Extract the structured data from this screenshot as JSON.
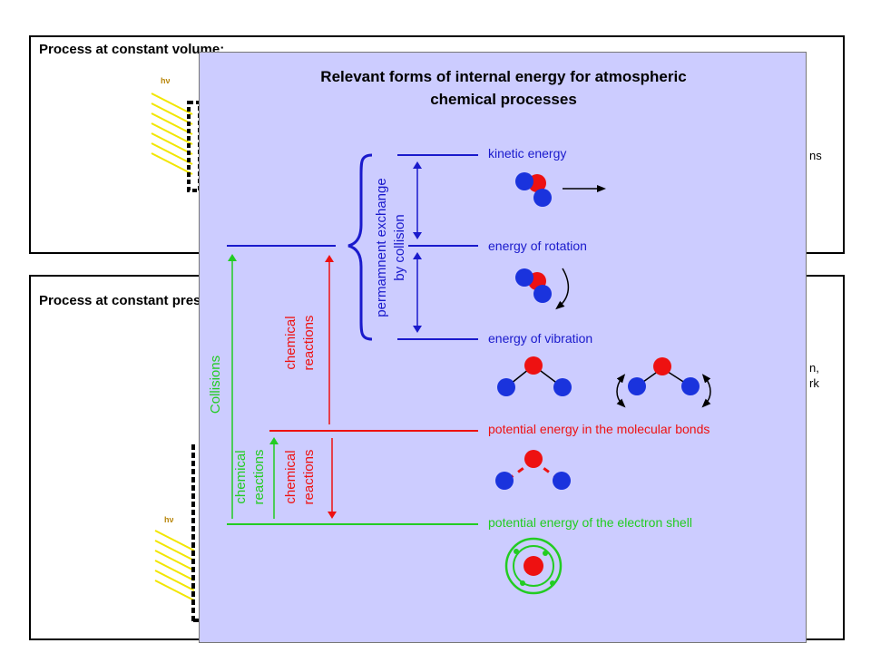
{
  "background": {
    "top_panel_title": "Process at constant volume:",
    "bottom_panel_title": "Process at constant pressure:",
    "photon_label": "hν",
    "right_fragments": [
      "ns",
      "n,",
      "rk"
    ]
  },
  "overlay": {
    "title_line1": "Relevant forms of internal energy for atmospheric",
    "title_line2": "chemical processes",
    "levels": {
      "kinetic": "kinetic energy",
      "rotation": "energy of rotation",
      "vibration": "energy of vibration",
      "bonds": "potential energy in the molecular bonds",
      "electron": "potential energy of the electron shell"
    },
    "brace_label_line1": "permamnent exchange",
    "brace_label_line2": "by collision",
    "collisions_label": "Collisions",
    "chem_reactions_line1": "chemical",
    "chem_reactions_line2": "reactions"
  },
  "colors": {
    "blue": "#1a1acc",
    "red": "#ee1111",
    "green": "#22cc22",
    "overlay_bg": "#ccccff",
    "atom_blue": "#1a33dd",
    "atom_red": "#ee1111"
  }
}
